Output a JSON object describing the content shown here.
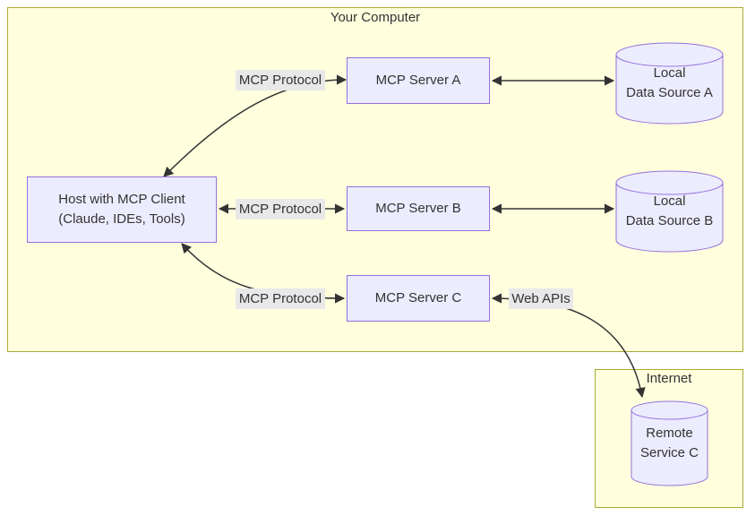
{
  "diagram": {
    "clusters": [
      {
        "id": "your-computer",
        "label": "Your Computer"
      },
      {
        "id": "internet",
        "label": "Internet"
      }
    ],
    "nodes": {
      "host": {
        "line1": "Host with MCP Client",
        "line2": "(Claude, IDEs, Tools)"
      },
      "server_a": {
        "label": "MCP Server A"
      },
      "server_b": {
        "label": "MCP Server B"
      },
      "server_c": {
        "label": "MCP Server C"
      },
      "data_a": {
        "line1": "Local",
        "line2": "Data Source A"
      },
      "data_b": {
        "line1": "Local",
        "line2": "Data Source B"
      },
      "remote_c": {
        "line1": "Remote",
        "line2": "Service C"
      }
    },
    "edges": [
      {
        "from": "host",
        "to": "server_a",
        "label": "MCP Protocol",
        "bidirectional": true
      },
      {
        "from": "host",
        "to": "server_b",
        "label": "MCP Protocol",
        "bidirectional": true
      },
      {
        "from": "host",
        "to": "server_c",
        "label": "MCP Protocol",
        "bidirectional": true
      },
      {
        "from": "server_a",
        "to": "data_a",
        "label": "",
        "bidirectional": true
      },
      {
        "from": "server_b",
        "to": "data_b",
        "label": "",
        "bidirectional": true
      },
      {
        "from": "server_c",
        "to": "remote_c",
        "label": "Web APIs",
        "bidirectional": true
      }
    ],
    "colors": {
      "cluster_fill": "#ffffde",
      "cluster_stroke": "#aaaa33",
      "node_fill": "#ECECFF",
      "node_stroke": "#9370DB",
      "edge_color": "#333333",
      "edge_label_bg": "#e8e8e8",
      "text": "#333333",
      "page_bg": "#ffffff"
    }
  }
}
